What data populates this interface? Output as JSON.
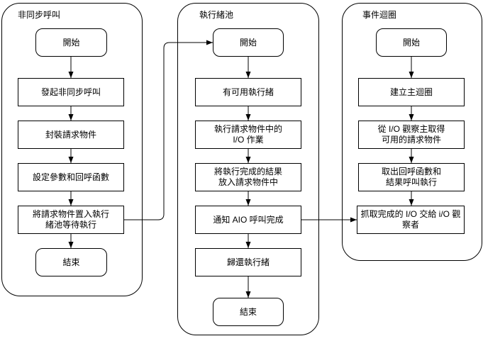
{
  "diagram": {
    "background_color": "#ffffff",
    "stroke_color": "#000000",
    "lanes": [
      {
        "title": "非同步呼叫",
        "nodes": [
          {
            "type": "start",
            "label": "開始"
          },
          {
            "type": "process",
            "label": "發起非同步呼叫"
          },
          {
            "type": "process",
            "label": "封裝請求物件"
          },
          {
            "type": "process",
            "label": "設定參數和回呼函數"
          },
          {
            "type": "process",
            "label": "將請求物件置入執行\n緒池等待執行"
          },
          {
            "type": "end",
            "label": "結束"
          }
        ]
      },
      {
        "title": "執行緒池",
        "nodes": [
          {
            "type": "start",
            "label": "開始"
          },
          {
            "type": "process",
            "label": "有可用執行緒"
          },
          {
            "type": "process",
            "label": "執行請求物件中的\nI/O 作業"
          },
          {
            "type": "process",
            "label": "將執行完成的結果\n放入請求物件中"
          },
          {
            "type": "process",
            "label": "通知 AIO 呼叫完成"
          },
          {
            "type": "process",
            "label": "歸還執行緒"
          },
          {
            "type": "end",
            "label": "結束"
          }
        ]
      },
      {
        "title": "事件迴圈",
        "nodes": [
          {
            "type": "start",
            "label": "開始"
          },
          {
            "type": "process",
            "label": "建立主迴圈"
          },
          {
            "type": "process",
            "label": "從 I/O 觀察主取得\n可用的請求物件"
          },
          {
            "type": "process",
            "label": "取出回呼函數和\n結果呼叫執行"
          },
          {
            "type": "process",
            "label": "抓取完成的 I/O 交給 i/O 觀\n察者"
          }
        ]
      }
    ]
  }
}
